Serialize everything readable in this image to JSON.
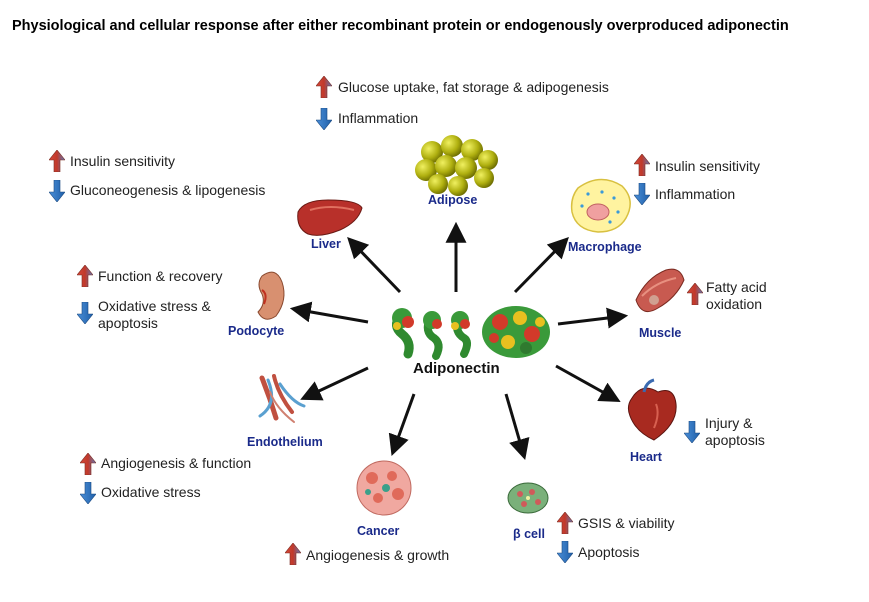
{
  "title": "Physiological and cellular response after either recombinant protein or endogenously overproduced adiponectin",
  "center": "Adiponectin",
  "organs": {
    "adipose": {
      "label": "Adipose",
      "up": "Glucose uptake, fat storage & adipogenesis",
      "down": "Inflammation"
    },
    "liver": {
      "label": "Liver",
      "up": "Insulin sensitivity",
      "down": "Gluconeogenesis & lipogenesis"
    },
    "macrophage": {
      "label": "Macrophage",
      "up": "Insulin sensitivity",
      "down": "Inflammation"
    },
    "podocyte": {
      "label": "Podocyte",
      "up": "Function & recovery",
      "down": "Oxidative stress & apoptosis"
    },
    "muscle": {
      "label": "Muscle",
      "up": "Fatty acid oxidation"
    },
    "endothelium": {
      "label": "Endothelium",
      "up": "Angiogenesis & function",
      "down": "Oxidative stress"
    },
    "heart": {
      "label": "Heart",
      "down": "Injury & apoptosis"
    },
    "cancer": {
      "label": "Cancer",
      "up": "Angiogenesis & growth"
    },
    "beta_cell": {
      "label": "β cell",
      "up": "GSIS & viability",
      "down": "Apoptosis"
    }
  },
  "colors": {
    "up_arrow": "#c0392b",
    "down_arrow": "#2e78c8",
    "organ_label": "#1a2a8a"
  }
}
